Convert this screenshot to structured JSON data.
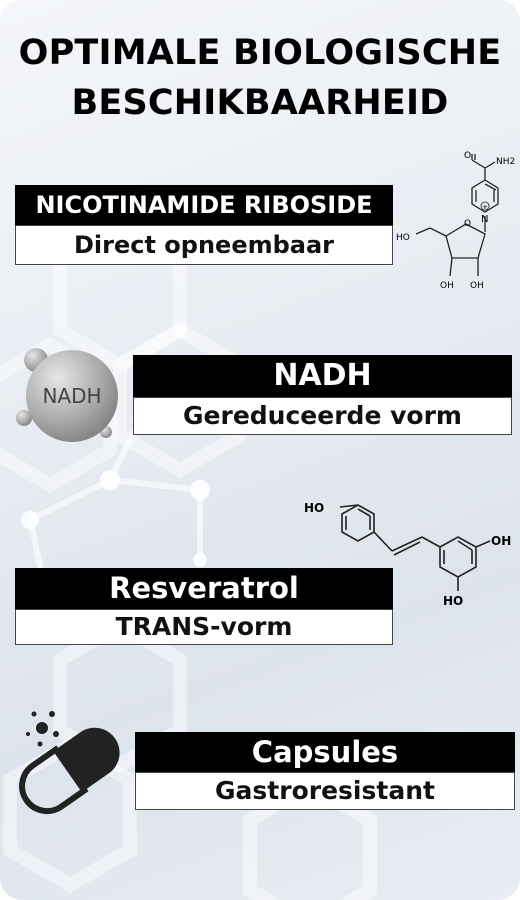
{
  "title": {
    "line1": "OPTIMALE BIOLOGISCHE",
    "line2": "BESCHIKBAARHEID"
  },
  "items": [
    {
      "heading": "NICOTINAMIDE RIBOSIDE",
      "subtitle": "Direct opneembaar"
    },
    {
      "heading": "NADH",
      "subtitle": "Gereduceerde vorm"
    },
    {
      "heading": "Resveratrol",
      "subtitle": "TRANS-vorm"
    },
    {
      "heading": "Capsules",
      "subtitle": "Gastroresistant"
    }
  ],
  "molecules": {
    "nr": {
      "nh2": "NH2",
      "ho": "HO",
      "oh1": "OH",
      "oh2": "OH",
      "o": "O",
      "n": "N",
      "charge": "+"
    },
    "nadh": {
      "label": "NADH"
    },
    "resveratrol": {
      "ho1": "HO",
      "oh": "OH",
      "ho2": "HO"
    }
  },
  "colors": {
    "accent": "#000000",
    "background": "#e6eaf0"
  }
}
